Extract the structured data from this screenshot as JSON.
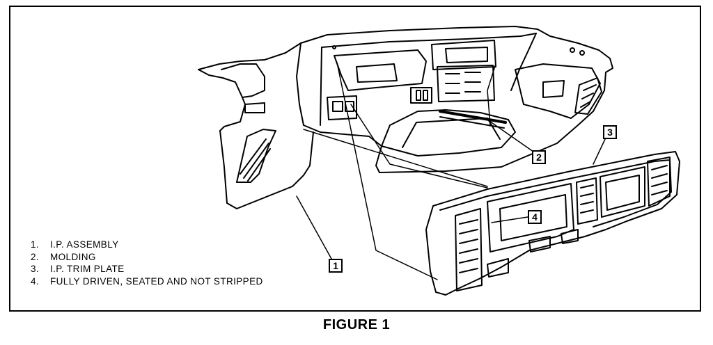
{
  "figure": {
    "caption": "FIGURE 1"
  },
  "legend": {
    "items": [
      {
        "num": "1.",
        "label": "I.P. ASSEMBLY"
      },
      {
        "num": "2.",
        "label": "MOLDING"
      },
      {
        "num": "3.",
        "label": "I.P. TRIM PLATE"
      },
      {
        "num": "4.",
        "label": "FULLY DRIVEN, SEATED AND NOT STRIPPED"
      }
    ]
  },
  "callouts": {
    "c1": "1",
    "c2": "2",
    "c3": "3",
    "c4": "4"
  }
}
